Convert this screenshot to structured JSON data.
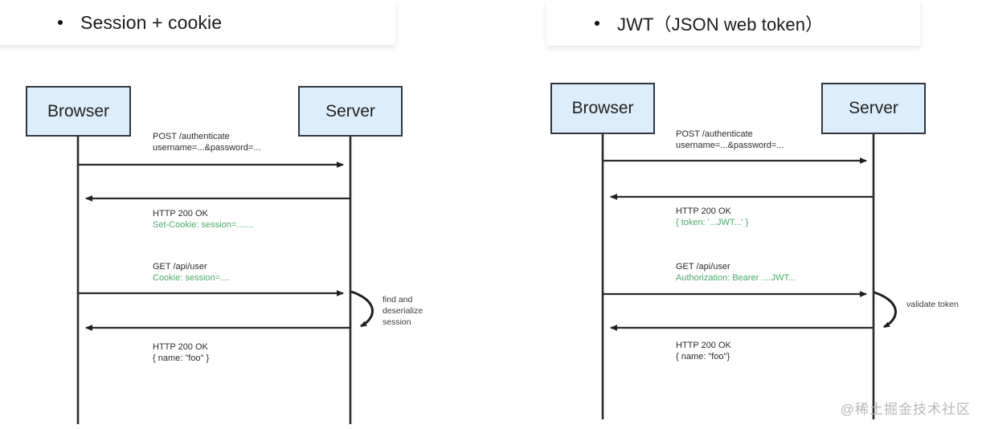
{
  "panels": [
    {
      "id": "session-cookie",
      "title": "Session + cookie",
      "bullet": "bullet-dot",
      "actors": [
        {
          "name": "Browser",
          "role": "client"
        },
        {
          "name": "Server",
          "role": "server"
        }
      ],
      "messages": [
        {
          "direction": "request",
          "lines": [
            {
              "text": "POST /authenticate",
              "style": "plain"
            },
            {
              "text": "username=...&password=...",
              "style": "plain"
            }
          ]
        },
        {
          "direction": "response",
          "lines": [
            {
              "text": "HTTP 200 OK",
              "style": "plain"
            },
            {
              "text": "Set-Cookie: session=.......",
              "style": "green"
            }
          ]
        },
        {
          "direction": "request",
          "lines": [
            {
              "text": "GET /api/user",
              "style": "plain"
            },
            {
              "text": "Cookie: session=....",
              "style": "green"
            }
          ]
        },
        {
          "direction": "response",
          "lines": [
            {
              "text": "HTTP 200 OK",
              "style": "plain"
            },
            {
              "text": "{ name: \"foo\" }",
              "style": "plain"
            }
          ]
        }
      ],
      "self_call": {
        "lines": [
          "find and",
          "deserialize",
          "session"
        ]
      }
    },
    {
      "id": "jwt",
      "title": "JWT（JSON web token）",
      "bullet": "bullet-dot",
      "actors": [
        {
          "name": "Browser",
          "role": "client"
        },
        {
          "name": "Server",
          "role": "server"
        }
      ],
      "messages": [
        {
          "direction": "request",
          "lines": [
            {
              "text": "POST /authenticate",
              "style": "plain"
            },
            {
              "text": "username=...&password=...",
              "style": "plain"
            }
          ]
        },
        {
          "direction": "response",
          "lines": [
            {
              "text": "HTTP 200 OK",
              "style": "plain"
            },
            {
              "text": "{ token: '...JWT...' }",
              "style": "green"
            }
          ]
        },
        {
          "direction": "request",
          "lines": [
            {
              "text": "GET /api/user",
              "style": "plain"
            },
            {
              "text": "Authorization: Bearer ....JWT...",
              "style": "green"
            }
          ]
        },
        {
          "direction": "response",
          "lines": [
            {
              "text": "HTTP 200 OK",
              "style": "plain"
            },
            {
              "text": "{ name: \"foo\"}",
              "style": "plain"
            }
          ]
        }
      ],
      "self_call": {
        "lines": [
          "validate token"
        ]
      }
    }
  ],
  "watermark": "@稀土掘金技术社区",
  "colors": {
    "actor_fill": "#dceefb",
    "actor_border": "#2f3640",
    "green_text": "#4aa968",
    "line": "#2b2b2b",
    "watermark": "#b9b9b9"
  }
}
